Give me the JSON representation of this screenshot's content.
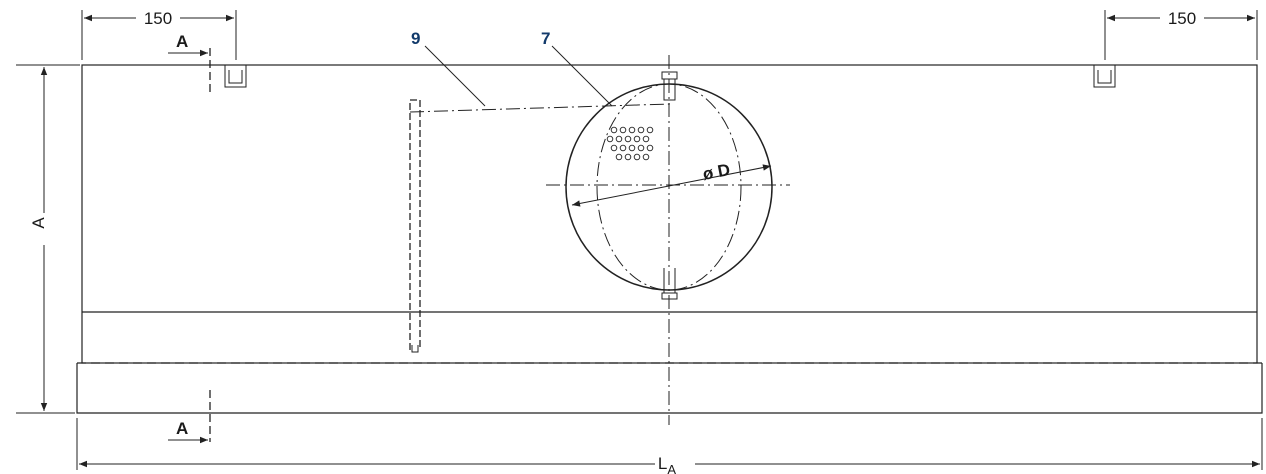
{
  "dimensions": {
    "left_offset": "150",
    "right_offset": "150",
    "height": "A",
    "length": "L",
    "length_subscript": "A",
    "diameter": "ø D"
  },
  "section_markers": {
    "top": "A",
    "bottom": "A"
  },
  "callouts": {
    "item_9": "9",
    "item_7": "7"
  },
  "colors": {
    "line": "#222222",
    "callout": "#123a6b"
  }
}
